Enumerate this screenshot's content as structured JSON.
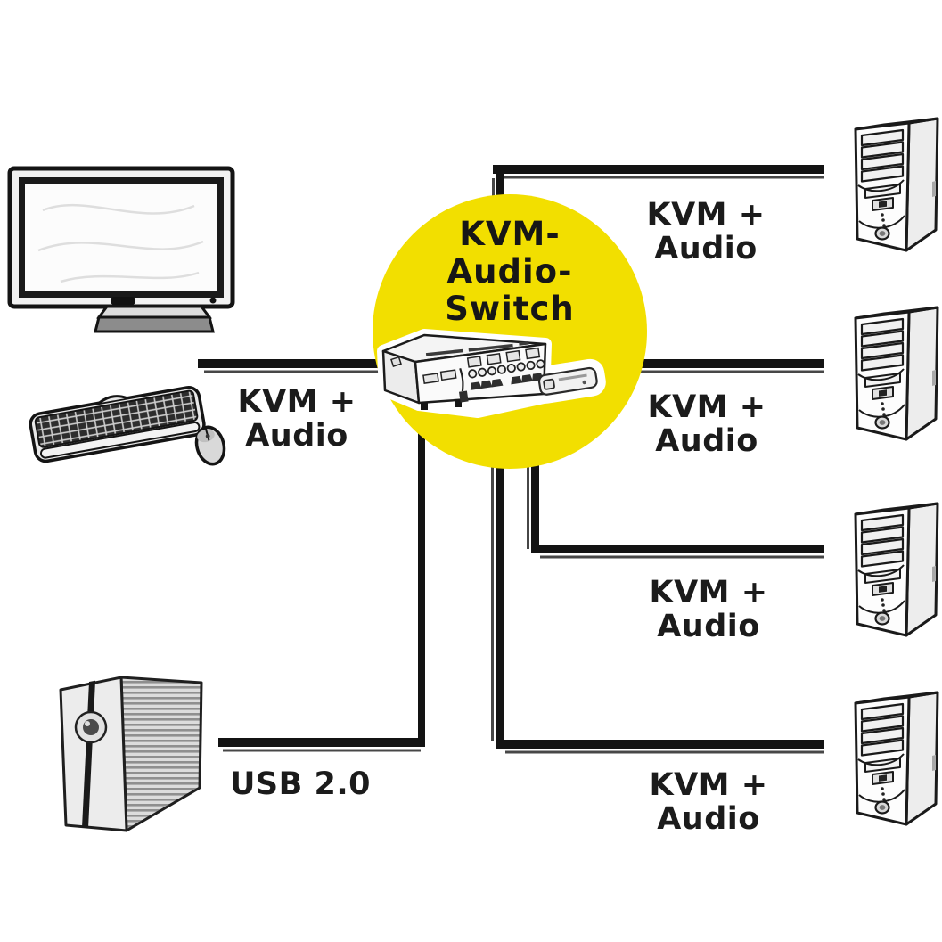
{
  "diagram": {
    "center_switch": {
      "title_line1": "KVM-",
      "title_line2": "Audio-",
      "title_line3": "Switch"
    },
    "labels": {
      "console": {
        "line1": "KVM +",
        "line2": "Audio"
      },
      "usb": "USB 2.0",
      "pc1": {
        "line1": "KVM +",
        "line2": "Audio"
      },
      "pc2": {
        "line1": "KVM +",
        "line2": "Audio"
      },
      "pc3": {
        "line1": "KVM +",
        "line2": "Audio"
      },
      "pc4": {
        "line1": "KVM +",
        "line2": "Audio"
      }
    },
    "icons": {
      "monitor": "monitor-icon",
      "keyboard": "keyboard-icon",
      "mouse": "mouse-icon",
      "kvm_switch": "kvm-switch-icon",
      "remote": "remote-control-icon",
      "external_drive": "external-hard-drive-icon",
      "computer": "computer-tower-icon"
    },
    "colors": {
      "accent_yellow": "#F2DF00",
      "line_black": "#131313",
      "line_shadow": "#474747"
    }
  }
}
